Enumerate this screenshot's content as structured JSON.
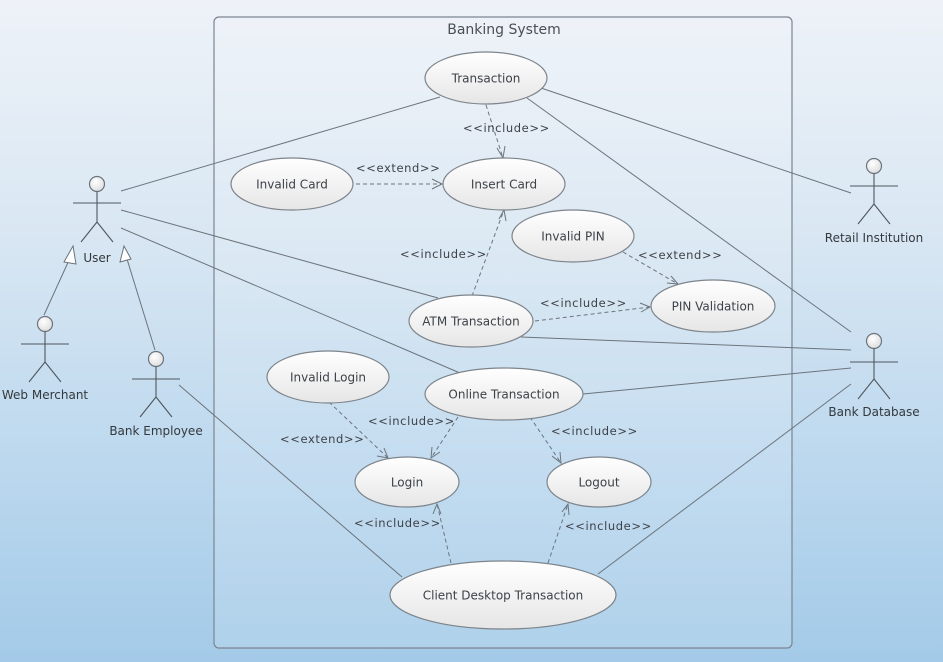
{
  "diagram": {
    "type": "uml-use-case",
    "system_boundary": {
      "title": "Banking System"
    },
    "actors": [
      {
        "id": "user",
        "label": "User"
      },
      {
        "id": "web_merchant",
        "label": "Web Merchant"
      },
      {
        "id": "bank_employee",
        "label": "Bank Employee"
      },
      {
        "id": "retail_institution",
        "label": "Retail Institution"
      },
      {
        "id": "bank_database",
        "label": "Bank Database"
      }
    ],
    "use_cases": [
      {
        "id": "transaction",
        "label": "Transaction"
      },
      {
        "id": "invalid_card",
        "label": "Invalid Card"
      },
      {
        "id": "insert_card",
        "label": "Insert Card"
      },
      {
        "id": "invalid_pin",
        "label": "Invalid PIN"
      },
      {
        "id": "pin_validation",
        "label": "PIN Validation"
      },
      {
        "id": "atm_transaction",
        "label": "ATM Transaction"
      },
      {
        "id": "invalid_login",
        "label": "Invalid Login"
      },
      {
        "id": "online_transaction",
        "label": "Online Transaction"
      },
      {
        "id": "login",
        "label": "Login"
      },
      {
        "id": "logout",
        "label": "Logout"
      },
      {
        "id": "client_desktop_transaction",
        "label": "Client Desktop Transaction"
      }
    ],
    "relationships": [
      {
        "type": "include",
        "from": "transaction",
        "to": "insert_card",
        "label": "<<include>>"
      },
      {
        "type": "extend",
        "from": "invalid_card",
        "to": "insert_card",
        "label": "<<extend>>"
      },
      {
        "type": "include",
        "from": "atm_transaction",
        "to": "insert_card",
        "label": "<<include>>"
      },
      {
        "type": "extend",
        "from": "invalid_pin",
        "to": "pin_validation",
        "label": "<<extend>>"
      },
      {
        "type": "include",
        "from": "atm_transaction",
        "to": "pin_validation",
        "label": "<<include>>"
      },
      {
        "type": "extend",
        "from": "invalid_login",
        "to": "login",
        "label": "<<extend>>"
      },
      {
        "type": "include",
        "from": "online_transaction",
        "to": "login",
        "label": "<<include>>"
      },
      {
        "type": "include",
        "from": "online_transaction",
        "to": "logout",
        "label": "<<include>>"
      },
      {
        "type": "include",
        "from": "client_desktop_transaction",
        "to": "login",
        "label": "<<include>>"
      },
      {
        "type": "include",
        "from": "client_desktop_transaction",
        "to": "logout",
        "label": "<<include>>"
      },
      {
        "type": "generalization",
        "from": "web_merchant",
        "to": "user"
      },
      {
        "type": "generalization",
        "from": "bank_employee",
        "to": "user"
      },
      {
        "type": "association",
        "from": "user",
        "to": "transaction"
      },
      {
        "type": "association",
        "from": "user",
        "to": "atm_transaction"
      },
      {
        "type": "association",
        "from": "user",
        "to": "online_transaction"
      },
      {
        "type": "association",
        "from": "bank_employee",
        "to": "client_desktop_transaction"
      },
      {
        "type": "association",
        "from": "transaction",
        "to": "retail_institution"
      },
      {
        "type": "association",
        "from": "transaction",
        "to": "bank_database"
      },
      {
        "type": "association",
        "from": "atm_transaction",
        "to": "bank_database"
      },
      {
        "type": "association",
        "from": "online_transaction",
        "to": "bank_database"
      },
      {
        "type": "association",
        "from": "client_desktop_transaction",
        "to": "bank_database"
      }
    ]
  }
}
